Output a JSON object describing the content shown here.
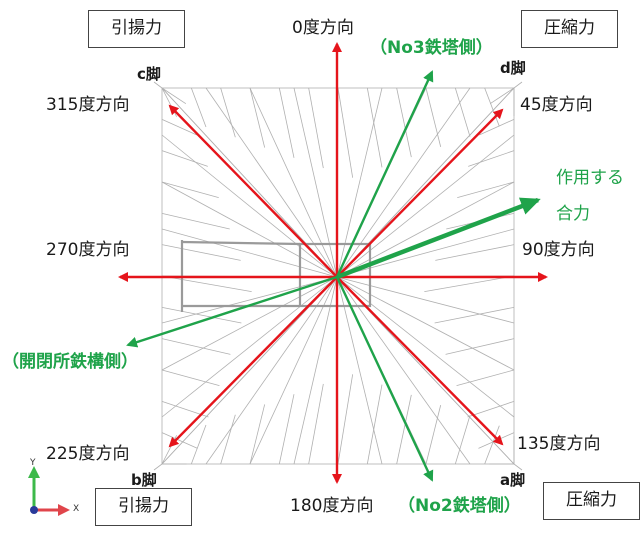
{
  "directions": {
    "d0": "0度方向",
    "d45": "45度方向",
    "d90": "90度方向",
    "d135": "135度方向",
    "d180": "180度方向",
    "d225": "225度方向",
    "d270": "270度方向",
    "d315": "315度方向"
  },
  "legs": {
    "a": "a脚",
    "b": "b脚",
    "c": "c脚",
    "d": "d脚"
  },
  "boxes": {
    "top_left": "引揚力",
    "top_right": "圧縮力",
    "bottom_left": "引揚力",
    "bottom_right": "圧縮力"
  },
  "green_labels": {
    "no3": "（No3鉄塔側）",
    "no2": "（No2鉄塔側）",
    "switchyard": "（開閉所鉄構側）",
    "resultant_line1": "作用する",
    "resultant_line2": "合力"
  },
  "axes_indicator": {
    "y": "Y",
    "x": "X"
  },
  "colors": {
    "red_arrows": "#e5141b",
    "green_arrows": "#1fa34a",
    "lattice": "#a8a8a8"
  }
}
